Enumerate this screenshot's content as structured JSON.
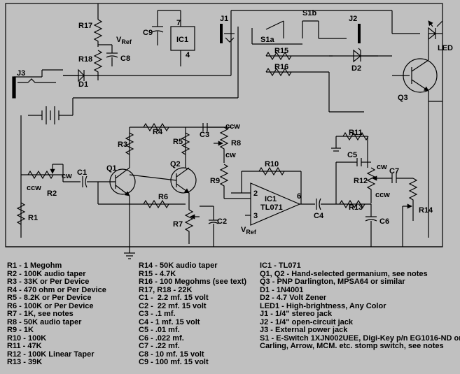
{
  "labels": {
    "R17": "R17",
    "R18": "R18",
    "C8": "C8",
    "C9": "C9",
    "IC1": "IC1",
    "pin7": "7",
    "pin4": "4",
    "J1": "J1",
    "S1b": "S1b",
    "S1a": "S1a",
    "J2": "J2",
    "LED": "LED",
    "R15": "R15",
    "R16": "R16",
    "D2": "D2",
    "Q3": "Q3",
    "J3": "J3",
    "D1": "D1",
    "R4": "R4",
    "C3": "C3",
    "ccw1": "ccw",
    "R8": "R8",
    "cw1": "cw",
    "R3": "R3",
    "R5": "R5",
    "Q1": "Q1",
    "Q2": "Q2",
    "R10": "R10",
    "R11": "R11",
    "C5": "C5",
    "cw2": "cw",
    "C7": "C7",
    "R12": "R12",
    "ccw2": "ccw",
    "R9": "R9",
    "cw3": "cw",
    "C1": "C1",
    "ccw3": "ccw",
    "R2": "R2",
    "R6": "R6",
    "R7": "R7",
    "C2": "C2",
    "pin2": "2",
    "pin3": "3",
    "pin6": "6",
    "icTop": "IC1",
    "icBot": "TL071",
    "C4": "C4",
    "R13": "R13",
    "C6": "C6",
    "R14": "R14",
    "R1": "R1"
  },
  "vref": {
    "v": "V",
    "sub": "Ref"
  },
  "legend": {
    "col1": [
      "R1 - 1 Megohm",
      "R2 - 100K audio taper",
      "R3 - 33K or Per Device",
      "R4 - 470 ohm or Per Device",
      "R5 - 8.2K or Per Device",
      "R6 - 100K or Per Device",
      "R7 - 1K, see notes",
      "R8 - 50K audio taper",
      "R9 - 1K",
      "R10 - 100K",
      "R11 - 47K",
      "R12 - 100K Linear Taper",
      "R13 - 39K"
    ],
    "col2": [
      "R14 - 50K audio taper",
      "R15 - 4.7K",
      "R16 - 100 Megohms (see text)",
      "R17, R18 - 22K",
      "C1 -  2.2 mf. 15 volt",
      "C2 -  22 mf. 15 volt",
      "C3 - .1 mf.",
      "C4 - 1 mf. 15 volt",
      "C5 - .01 mf.",
      "C6 - .022 mf.",
      "C7 - .22 mf.",
      "C8 - 10 mf. 15 volt",
      "C9 - 100 mf. 15 volt"
    ],
    "col3": [
      "IC1 - TL071",
      "Q1, Q2 - Hand-selected germanium, see notes",
      "Q3 - PNP Darlington, MPSA64 or similar",
      "D1 - 1N4001",
      "D2 - 4.7 Volt Zener",
      "LED1 - High-brightness, Any Color",
      "J1 - 1/4\" stereo jack",
      "J2 - 1/4\" open-circuit jack",
      "J3 - External power jack",
      "S1 - E-Switch 1XJN002UEE, Digi-Key p/n EG1016-ND or",
      "Carling, Arrow, MCM. etc. stomp switch, see notes"
    ]
  }
}
